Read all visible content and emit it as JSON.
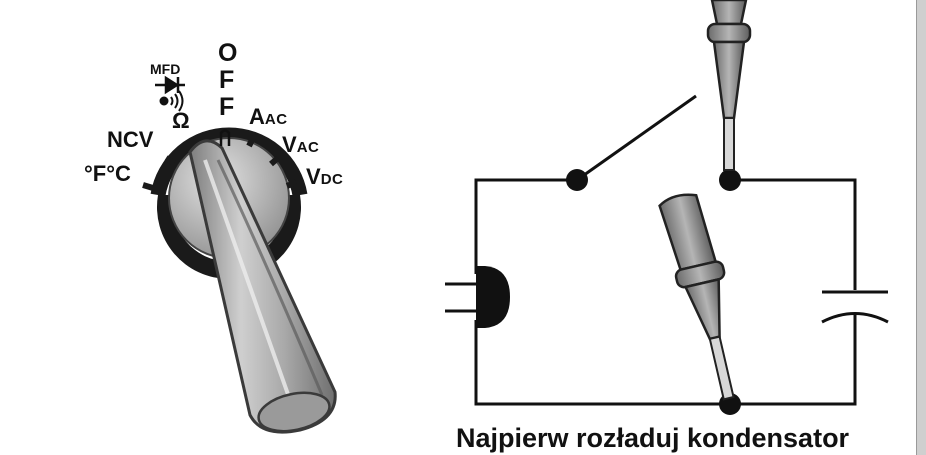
{
  "dial": {
    "positions": {
      "temperature": "°F°C",
      "ncv": "NCV",
      "resistance": "Ω",
      "mfd": "MFD",
      "off": [
        "O",
        "F",
        "F"
      ],
      "aac": {
        "main": "A",
        "sub": "AC"
      },
      "vac": {
        "main": "V",
        "sub": "AC"
      },
      "vdc": {
        "main": "V",
        "sub": "DC"
      }
    },
    "icons": [
      "diode-icon",
      "continuity-sound-icon",
      "temperature-symbol"
    ],
    "knob_color": "#a8a8a8",
    "ring_color": "#1a1a1a"
  },
  "circuit": {
    "components": [
      "plug-icon",
      "switch",
      "capacitor",
      "test-probe-top",
      "test-probe-bottom"
    ],
    "wire_color": "#111111"
  },
  "caption": "Najpierw rozładuj kondensator"
}
